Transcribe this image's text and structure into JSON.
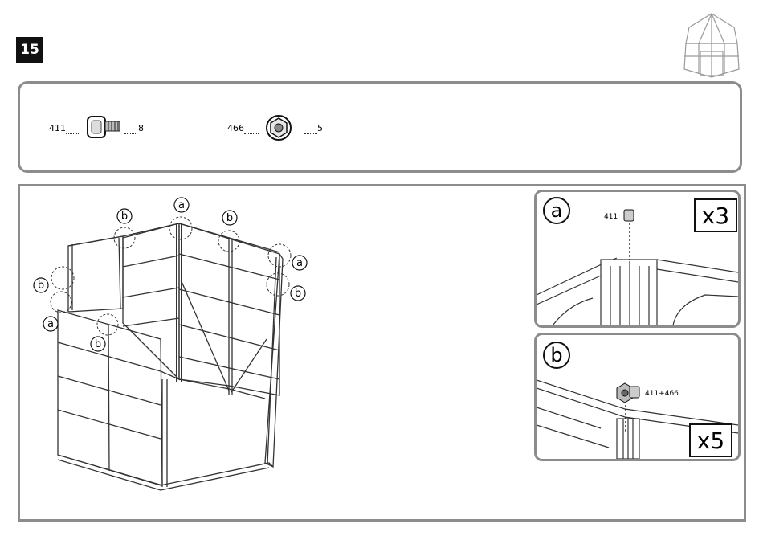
{
  "step": {
    "number": "15"
  },
  "parts": [
    {
      "id": "411",
      "qty": "8",
      "icon": "carriage-bolt-icon"
    },
    {
      "id": "466",
      "qty": "5",
      "icon": "flange-nut-icon"
    }
  ],
  "callouts": {
    "a": "a",
    "b": "b"
  },
  "details": [
    {
      "letter": "a",
      "multiplier": "x3",
      "part_label": "411"
    },
    {
      "letter": "b",
      "multiplier": "x5",
      "part_label": "411+466"
    }
  ]
}
